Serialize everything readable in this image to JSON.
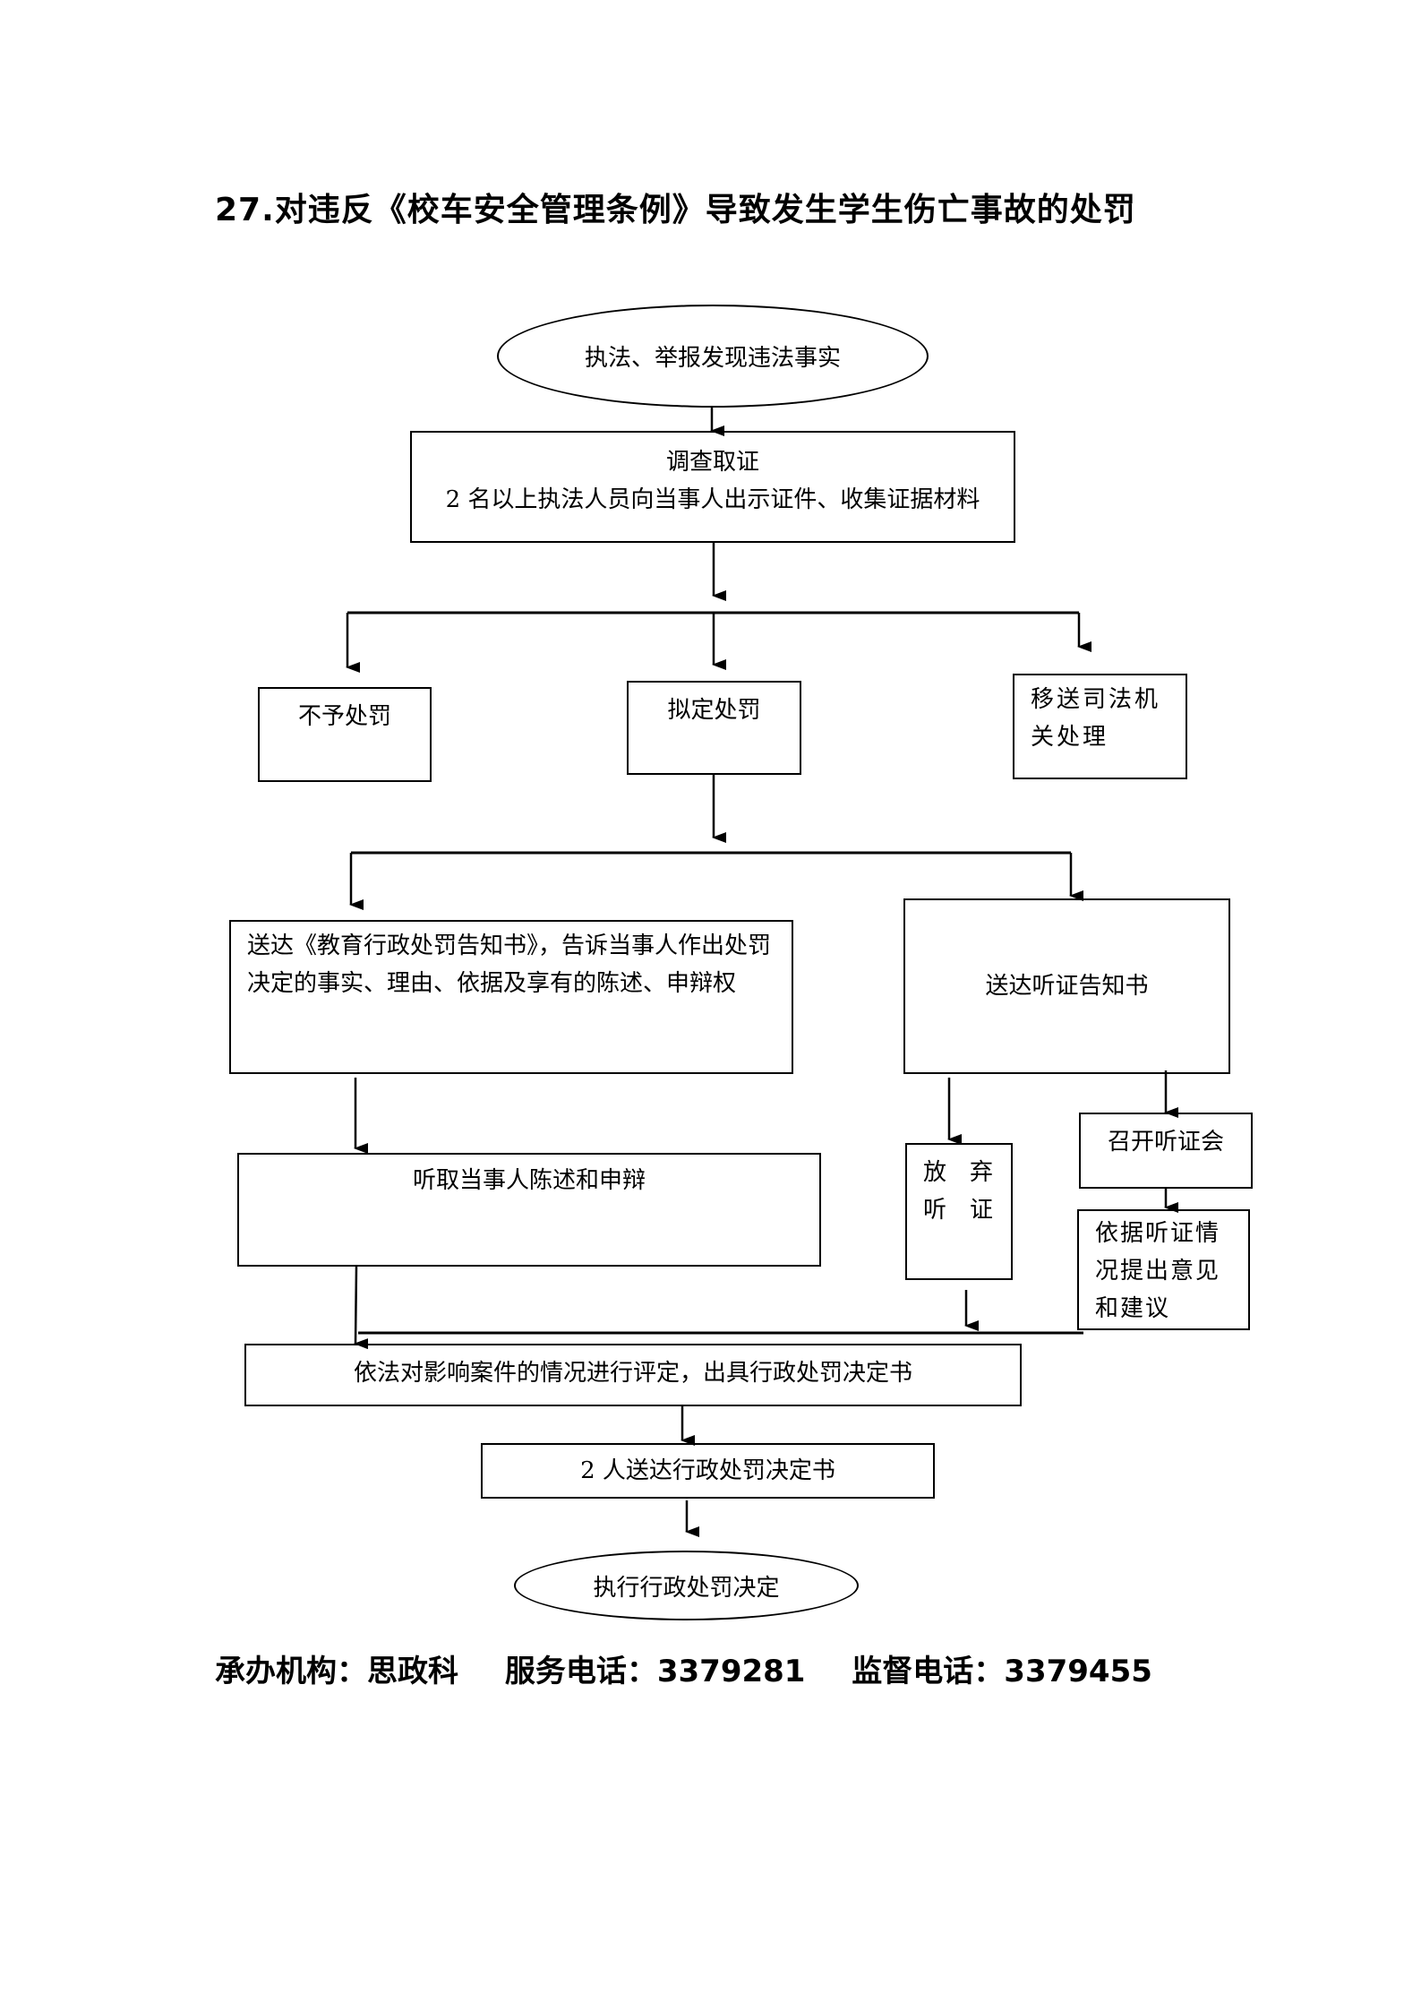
{
  "title": "27.对违反《校车安全管理条例》导致发生学生伤亡事故的处罚",
  "nodes": {
    "start": "执法、举报发现违法事实",
    "investigate_title": "调查取证",
    "investigate_detail": "2 名以上执法人员向当事人出示证件、收集证据材料",
    "no_penalty": "不予处罚",
    "propose_penalty": "拟定处罚",
    "transfer_judicial": "移送司法机关处理",
    "notice_penalty": "送达《教育行政处罚告知书》，告诉当事人作出处罚决定的事实、理由、依据及享有的陈述、申辩权",
    "notice_hearing": "送达听证告知书",
    "listen_statement": "听取当事人陈述和申辩",
    "waive_hearing_1": "放　弃",
    "waive_hearing_2": "听　证",
    "hold_hearing": "召开听证会",
    "hearing_opinion": "依据听证情况提出意见和建议",
    "decision": "依法对影响案件的情况进行评定，出具行政处罚决定书",
    "deliver_decision": "2 人送达行政处罚决定书",
    "execute": "执行行政处罚决定"
  },
  "footer": {
    "org": "承办机构：思政科",
    "service_phone": "服务电话：3379281",
    "supervise_phone": "监督电话：3379455"
  }
}
